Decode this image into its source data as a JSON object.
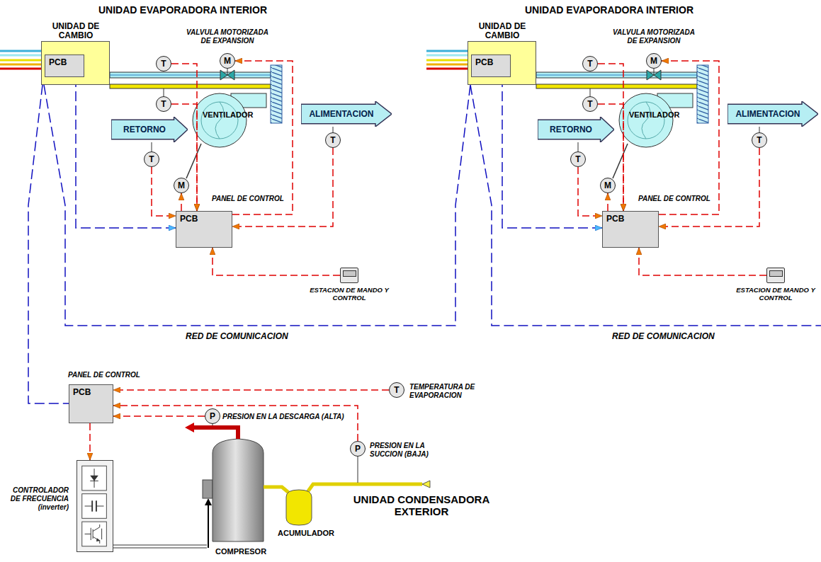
{
  "diagram": {
    "nodes": [
      {
        "text": [
          "UNIDAD DE CAMBIO"
        ]
      },
      {
        "text": [
          "PCB"
        ],
        "in": 0
      },
      {
        "text": [
          "T"
        ]
      },
      {
        "text": [
          "T"
        ]
      },
      {
        "text": [
          "M"
        ]
      },
      {
        "text": [
          "RETORNO"
        ]
      },
      {
        "text": [
          "T"
        ]
      },
      {
        "text": [
          "M"
        ]
      },
      {
        "text": [
          "ALIMENTACION"
        ]
      },
      {
        "text": [
          "T"
        ]
      },
      {
        "text": [
          "PANEL DE CONTROL",
          "PCB"
        ]
      },
      {
        "text": [
          "ESTACION DE MANDO Y CONTROL"
        ]
      },
      {
        "text": [
          "UNIDAD DE CAMBIO"
        ]
      },
      {
        "text": [
          "PCB"
        ],
        "in": 12
      },
      {
        "text": [
          "T"
        ]
      },
      {
        "text": [
          "T"
        ]
      },
      {
        "text": [
          "M"
        ]
      },
      {
        "text": [
          "RETORNO"
        ]
      },
      {
        "text": [
          "T"
        ]
      },
      {
        "text": [
          "M"
        ]
      },
      {
        "text": [
          "ALIMENTACION"
        ]
      },
      {
        "text": [
          "T"
        ]
      },
      {
        "text": [
          "PANEL DE CONTROL",
          "PCB"
        ]
      },
      {
        "text": [
          "ESTACION DE MANDO Y CONTROL"
        ]
      },
      {
        "text": [
          "PANEL DE CONTROL",
          "PCB"
        ]
      },
      {
        "text": [
          "T"
        ]
      },
      {
        "text": [
          "P"
        ]
      },
      {
        "text": [
          "P"
        ]
      },
      {
        "text": [
          "CONTROLADOR DE FRECUENCIA (inverter)"
        ]
      }
    ],
    "edges": [
      {
        "from": 2,
        "to": 10,
        "arrow": "to"
      },
      {
        "from": 3,
        "to": 10,
        "arrow": "to"
      },
      {
        "from": 6,
        "to": 10,
        "arrow": "to"
      },
      {
        "from": 10,
        "to": 7,
        "arrow": "to"
      },
      {
        "from": 10,
        "to": 4,
        "arrow": "to"
      },
      {
        "from": 9,
        "to": 10,
        "arrow": "to"
      },
      {
        "from": 11,
        "to": 10,
        "arrow": "to"
      },
      {
        "from": 1,
        "to": 10,
        "arrow": "both"
      },
      {
        "from": 14,
        "to": 22,
        "arrow": "to"
      },
      {
        "from": 15,
        "to": 22,
        "arrow": "to"
      },
      {
        "from": 18,
        "to": 22,
        "arrow": "to"
      },
      {
        "from": 22,
        "to": 19,
        "arrow": "to"
      },
      {
        "from": 22,
        "to": 16,
        "arrow": "to"
      },
      {
        "from": 21,
        "to": 22,
        "arrow": "to"
      },
      {
        "from": 23,
        "to": 22,
        "arrow": "to"
      },
      {
        "from": 13,
        "to": 22,
        "arrow": "both"
      },
      {
        "from": 0,
        "to": 12,
        "arrow": "none"
      },
      {
        "from": 0,
        "to": 24,
        "arrow": "none"
      },
      {
        "from": 25,
        "to": 24,
        "arrow": "to"
      },
      {
        "from": 26,
        "to": 24,
        "arrow": "to"
      },
      {
        "from": 27,
        "to": 24,
        "arrow": "to"
      },
      {
        "from": 24,
        "to": 28,
        "arrow": "to"
      }
    ],
    "labels": [
      "UNIDAD EVAPORADORA INTERIOR",
      "VALVULA MOTORIZADA DE EXPANSION",
      "VENTILADOR",
      "RED DE COMUNICACION",
      "UNIDAD EVAPORADORA INTERIOR",
      "VALVULA MOTORIZADA DE EXPANSION",
      "VENTILADOR",
      "RED DE COMUNICACION",
      "TEMPERATURA DE EVAPORACION",
      "PRESION EN LA DESCARGA (ALTA)",
      "PRESION EN LA SUCCION (BAJA)",
      "ACUMULADOR",
      "COMPRESOR",
      "UNIDAD CONDENSADORA EXTERIOR"
    ]
  }
}
